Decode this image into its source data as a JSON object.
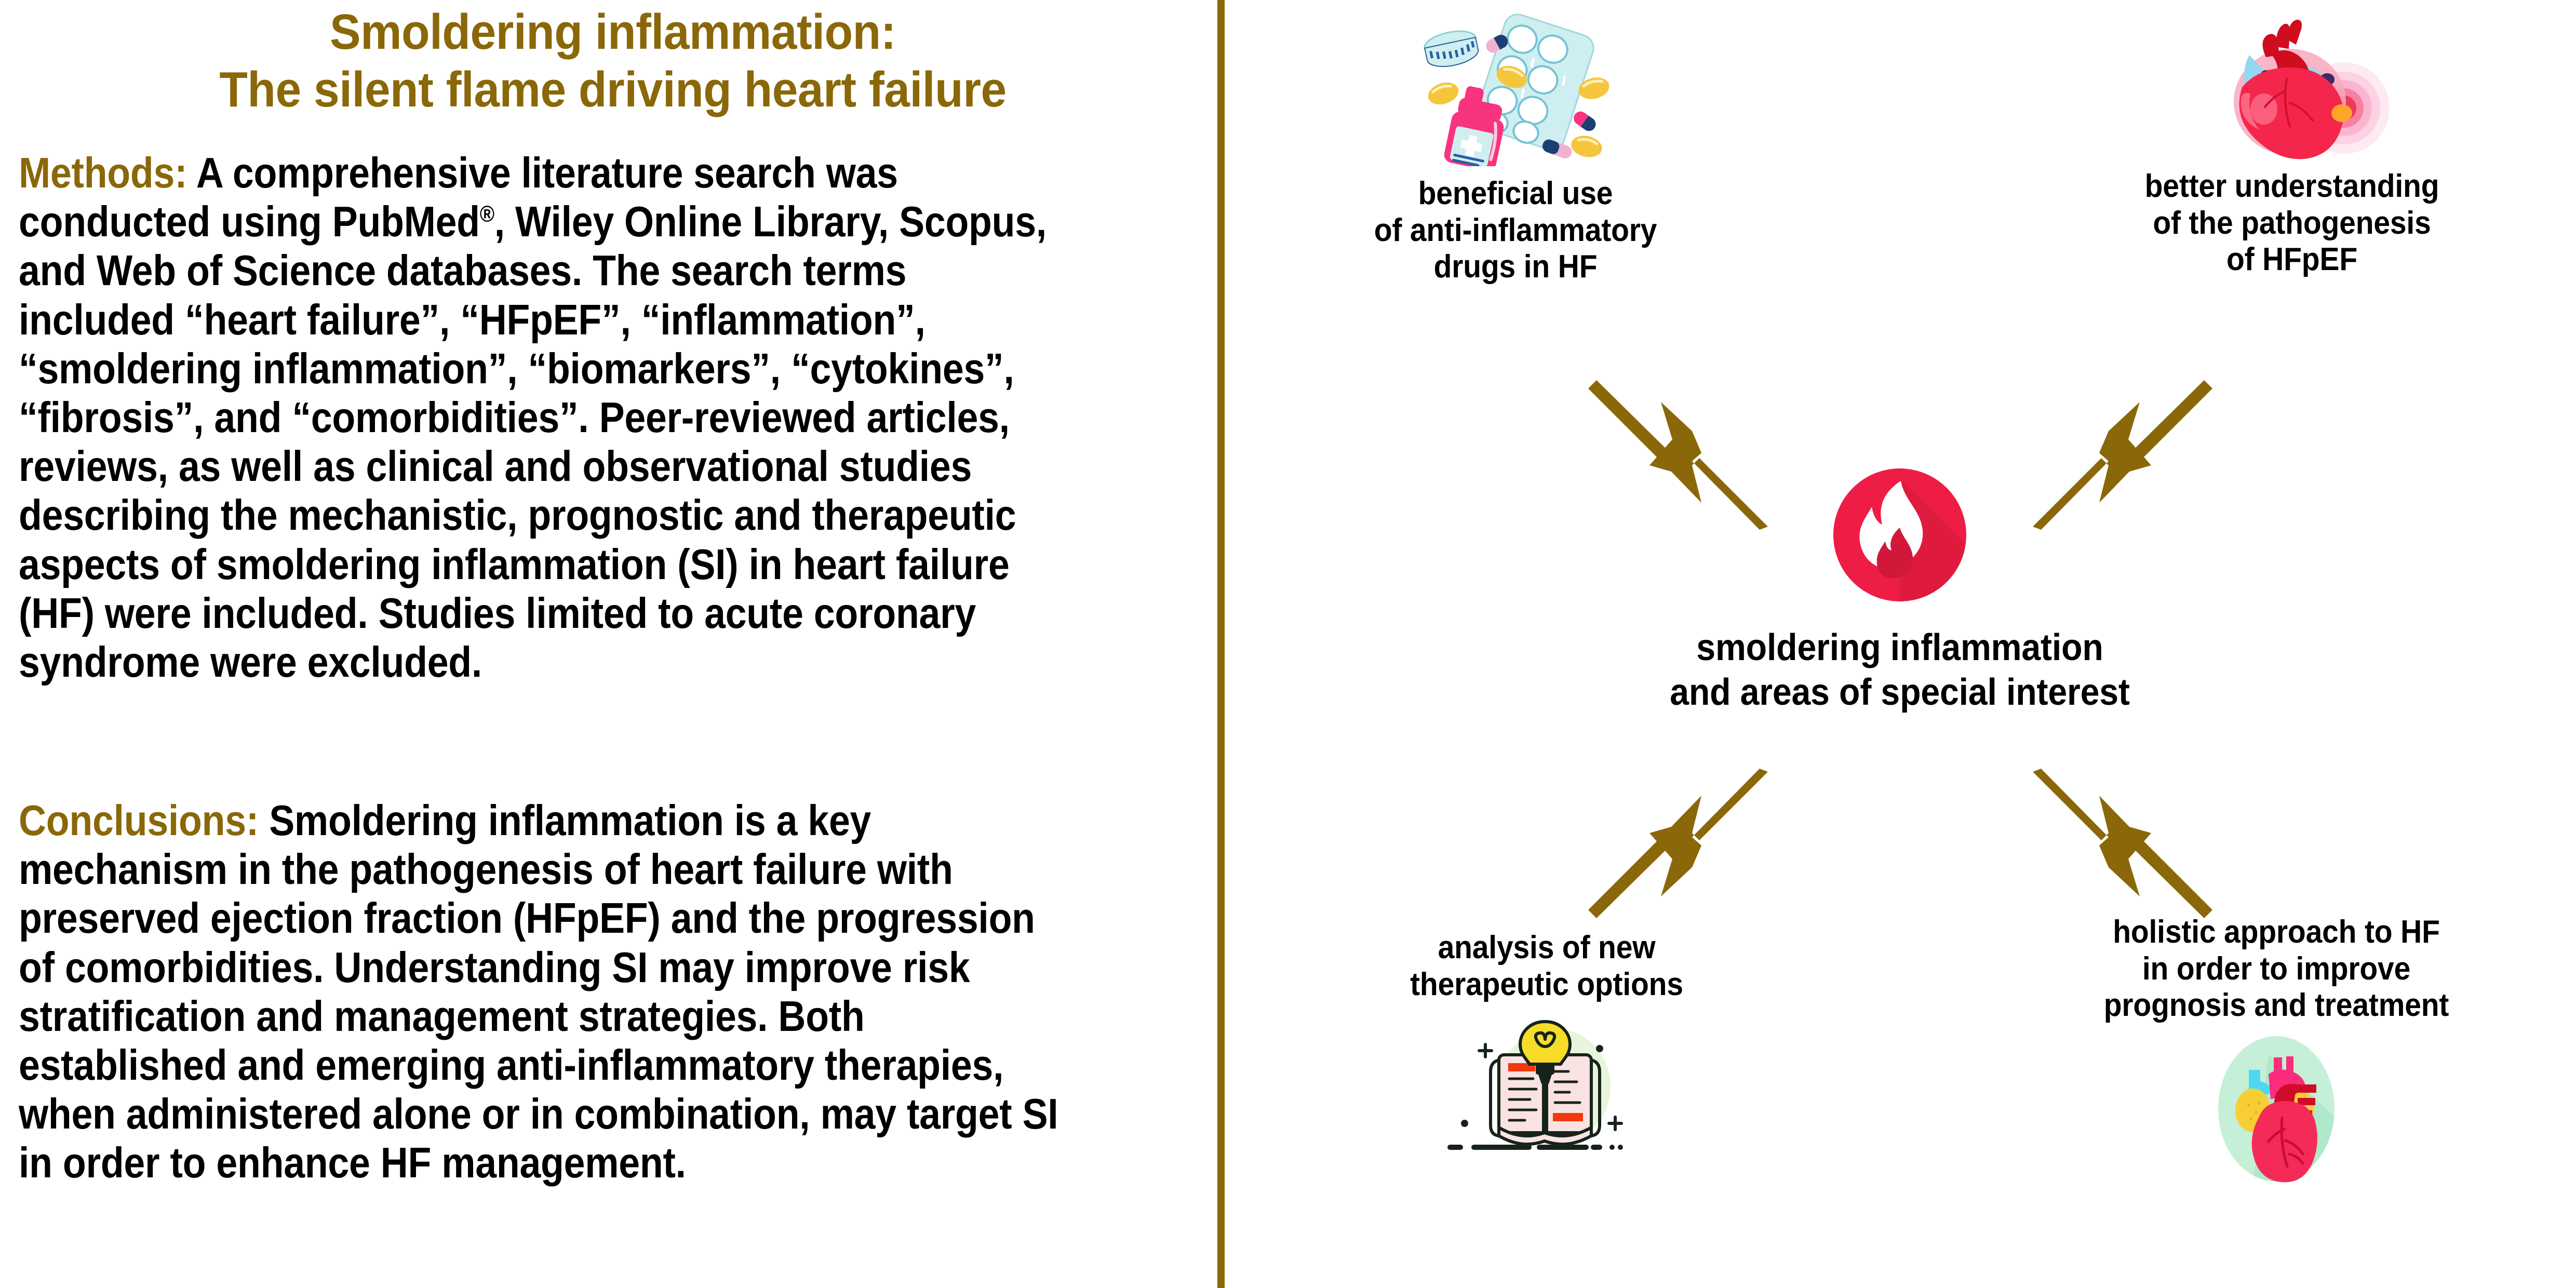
{
  "title": {
    "line1": "Smoldering inflammation:",
    "line2": "The silent flame driving heart failure",
    "color": "#8a6708"
  },
  "methods": {
    "label": "Methods:",
    "body": " A comprehensive literature search was conducted using PubMed®, Wiley Online Library, Scopus, and Web of Science databases. The search terms included “heart failure”, “HFpEF”, “inflammation”, “smoldering inflammation”, “biomarkers”, “cytokines”, “fibrosis”, and “comorbidities”. Peer-reviewed articles, reviews, as well as clinical and observational studies describing the mechanistic, prognostic and therapeutic aspects of smoldering inflammation (SI) in heart failure (HF) were included. Studies limited to acute coronary syndrome were excluded."
  },
  "conclusions": {
    "label": "Conclusions:",
    "body": " Smoldering inflammation is a key mechanism in the pathogenesis of heart failure with preserved ejection fraction (HFpEF) and the progression of comorbidities. Understanding SI may improve risk stratification and management strategies. Both established and emerging anti-inflammatory therapies, when administered alone or in combination, may target SI in order to enhance HF management."
  },
  "diagram": {
    "center": {
      "label": "smoldering inflammation\nand areas of special interest",
      "icon": "flame-icon",
      "icon_color": "#ed1944"
    },
    "nodes": [
      {
        "id": "drugs",
        "label": "beneficial use\nof anti-inflammatory\ndrugs in HF",
        "icon": "pills-and-bottle-icon",
        "position": "top-left"
      },
      {
        "id": "pathogenesis",
        "label": "better understanding\nof the pathogenesis\nof HFpEF",
        "icon": "inflamed-heart-icon",
        "position": "top-right"
      },
      {
        "id": "therapeutic",
        "label": "analysis of new\ntherapeutic options",
        "icon": "open-book-lightbulb-icon",
        "position": "bottom-left"
      },
      {
        "id": "holistic",
        "label": "holistic approach to HF\nin order to improve\nprognosis and treatment",
        "icon": "anatomical-heart-icon",
        "position": "bottom-right"
      }
    ],
    "arrows": [
      {
        "id": "arrow-to-drugs",
        "direction": "up-left",
        "color": "#8a6708"
      },
      {
        "id": "arrow-to-pathogenesis",
        "direction": "up-right",
        "color": "#8a6708"
      },
      {
        "id": "arrow-to-therapeutic",
        "direction": "down-left",
        "color": "#8a6708"
      },
      {
        "id": "arrow-to-holistic",
        "direction": "down-right",
        "color": "#8a6708"
      }
    ],
    "divider_color": "#8a6708"
  }
}
